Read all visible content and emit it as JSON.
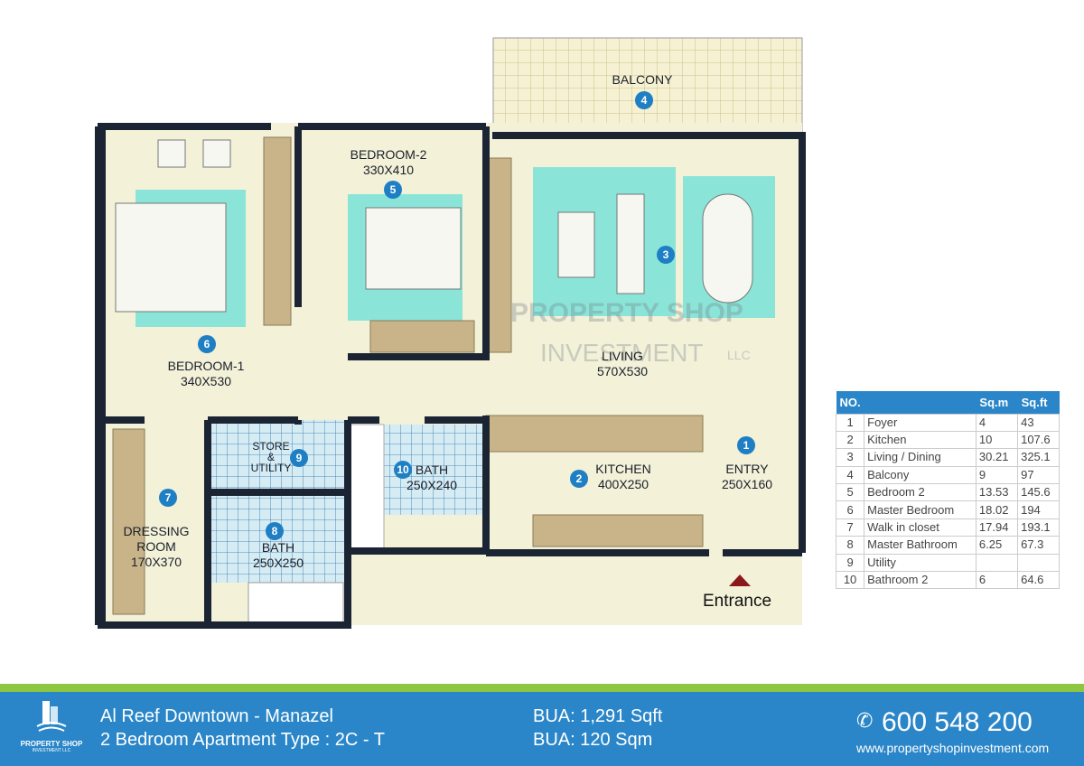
{
  "rooms": {
    "balcony": {
      "name": "BALCONY",
      "no": "4"
    },
    "bedroom2": {
      "name": "BEDROOM-2",
      "size": "330X410",
      "no": "5"
    },
    "living": {
      "name": "LIVING",
      "size": "570X530",
      "no": "3"
    },
    "bedroom1": {
      "name": "BEDROOM-1",
      "size": "340X530",
      "no": "6"
    },
    "store": {
      "name1": "STORE",
      "name2": "&",
      "name3": "UTILITY",
      "no": "9"
    },
    "bath10": {
      "name": "BATH",
      "size": "250X240",
      "no": "10"
    },
    "kitchen": {
      "name": "KITCHEN",
      "size": "400X250",
      "no": "2"
    },
    "entry": {
      "name": "ENTRY",
      "size": "250X160",
      "no": "1"
    },
    "dressing": {
      "name1": "DRESSING",
      "name2": "ROOM",
      "size": "170X370",
      "no": "7"
    },
    "bath8": {
      "name": "BATH",
      "size": "250X250",
      "no": "8"
    }
  },
  "entrance_label": "Entrance",
  "watermark": {
    "line1": "PROPERTY SHOP",
    "line2": "INVESTMENT",
    "suffix": "LLC"
  },
  "table": {
    "headers": [
      "NO.",
      "",
      "Sq.m",
      "Sq.ft"
    ],
    "rows": [
      [
        "1",
        "Foyer",
        "4",
        "43"
      ],
      [
        "2",
        "Kitchen",
        "10",
        "107.6"
      ],
      [
        "3",
        "Living / Dining",
        "30.21",
        "325.1"
      ],
      [
        "4",
        "Balcony",
        "9",
        "97"
      ],
      [
        "5",
        "Bedroom 2",
        "13.53",
        "145.6"
      ],
      [
        "6",
        "Master Bedroom",
        "18.02",
        "194"
      ],
      [
        "7",
        "Walk in closet",
        "17.94",
        "193.1"
      ],
      [
        "8",
        "Master Bathroom",
        "6.25",
        "67.3"
      ],
      [
        "9",
        "Utility",
        "",
        ""
      ],
      [
        "10",
        "Bathroom 2",
        "6",
        "64.6"
      ]
    ]
  },
  "footer": {
    "logo_name": "PROPERTY SHOP",
    "logo_sub": "INVESTMENT LLC",
    "project": "Al Reef Downtown - Manazel",
    "type": "2 Bedroom Apartment Type : 2C - T",
    "bua_sqft": "BUA: 1,291 Sqft",
    "bua_sqm": "BUA: 120 Sqm",
    "phone": "600 548 200",
    "website": "www.propertyshopinvestment.com"
  },
  "colors": {
    "brand_blue": "#2a86c8",
    "green": "#8dc63f",
    "wall": "#1b2433",
    "rug": "#8ae5d8",
    "wood": "#c9b48a",
    "floor": "#f3f1d8"
  }
}
